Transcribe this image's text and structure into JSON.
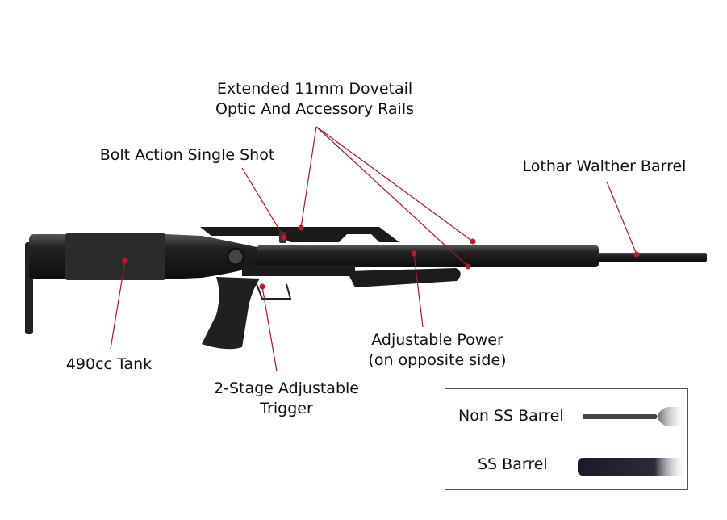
{
  "callouts": {
    "rails": [
      "Extended 11mm Dovetail",
      "Optic And Accessory Rails"
    ],
    "bolt": "Bolt Action Single Shot",
    "barrel": "Lothar Walther Barrel",
    "tank": "490cc Tank",
    "trigger": [
      "2-Stage Adjustable",
      "Trigger"
    ],
    "power": [
      "Adjustable Power",
      "(on opposite side)"
    ]
  },
  "legend": {
    "items": [
      {
        "label": "Non SS Barrel"
      },
      {
        "label": "SS Barrel"
      }
    ]
  },
  "colors": {
    "leader": "#a3192a",
    "rifle": "#1c1c1c"
  }
}
